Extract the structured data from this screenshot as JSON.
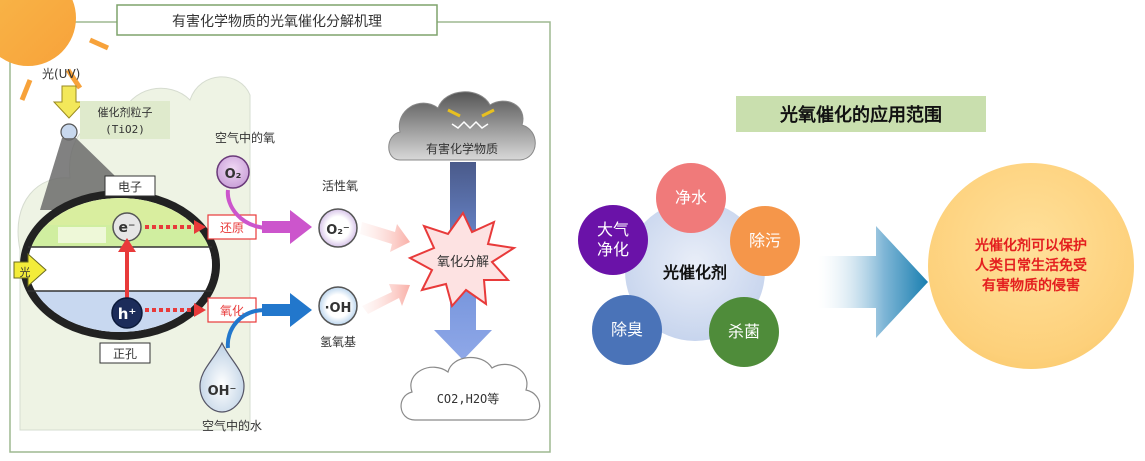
{
  "left_diagram": {
    "title": "有害化学物质的光氧催化分解机理",
    "light_uv": "光(UV)",
    "catalyst_label_1": "催化剂粒子",
    "catalyst_label_2": "(TiO2)",
    "oxygen_in_air": "空气中的氧",
    "o2_symbol": "O₂",
    "electron_label": "电子",
    "electron_symbol": "e⁻",
    "reduction_label": "还原",
    "active_oxygen": "活性氧",
    "superoxide_symbol": "O₂⁻",
    "light_label": "光",
    "hole_symbol": "h⁺",
    "oxidation_label": "氧化",
    "hydroxyl_symbol": "·OH",
    "hydroxyl_label": "氢氧基",
    "hole_label": "正孔",
    "hydroxide_symbol": "OH⁻",
    "water_in_air": "空气中的水",
    "harmful_chem": "有害化学物质",
    "oxidative_decomp": "氧化分解",
    "products": "CO2,H2O等"
  },
  "right_panel": {
    "title": "光氧催化的应用范围",
    "hub_label": "光催化剂",
    "bubbles": [
      "净水",
      "除污",
      "杀菌",
      "除臭",
      "大气\n净化"
    ],
    "result": "光催化剂可以保护\n人类日常生活免受\n有害物质的侵害"
  },
  "colors": {
    "title_green": "#c9dfae",
    "red_accent": "#e83a3a",
    "magenta_arrow": "#cc55cc",
    "blue_arrow": "#2277cc"
  }
}
